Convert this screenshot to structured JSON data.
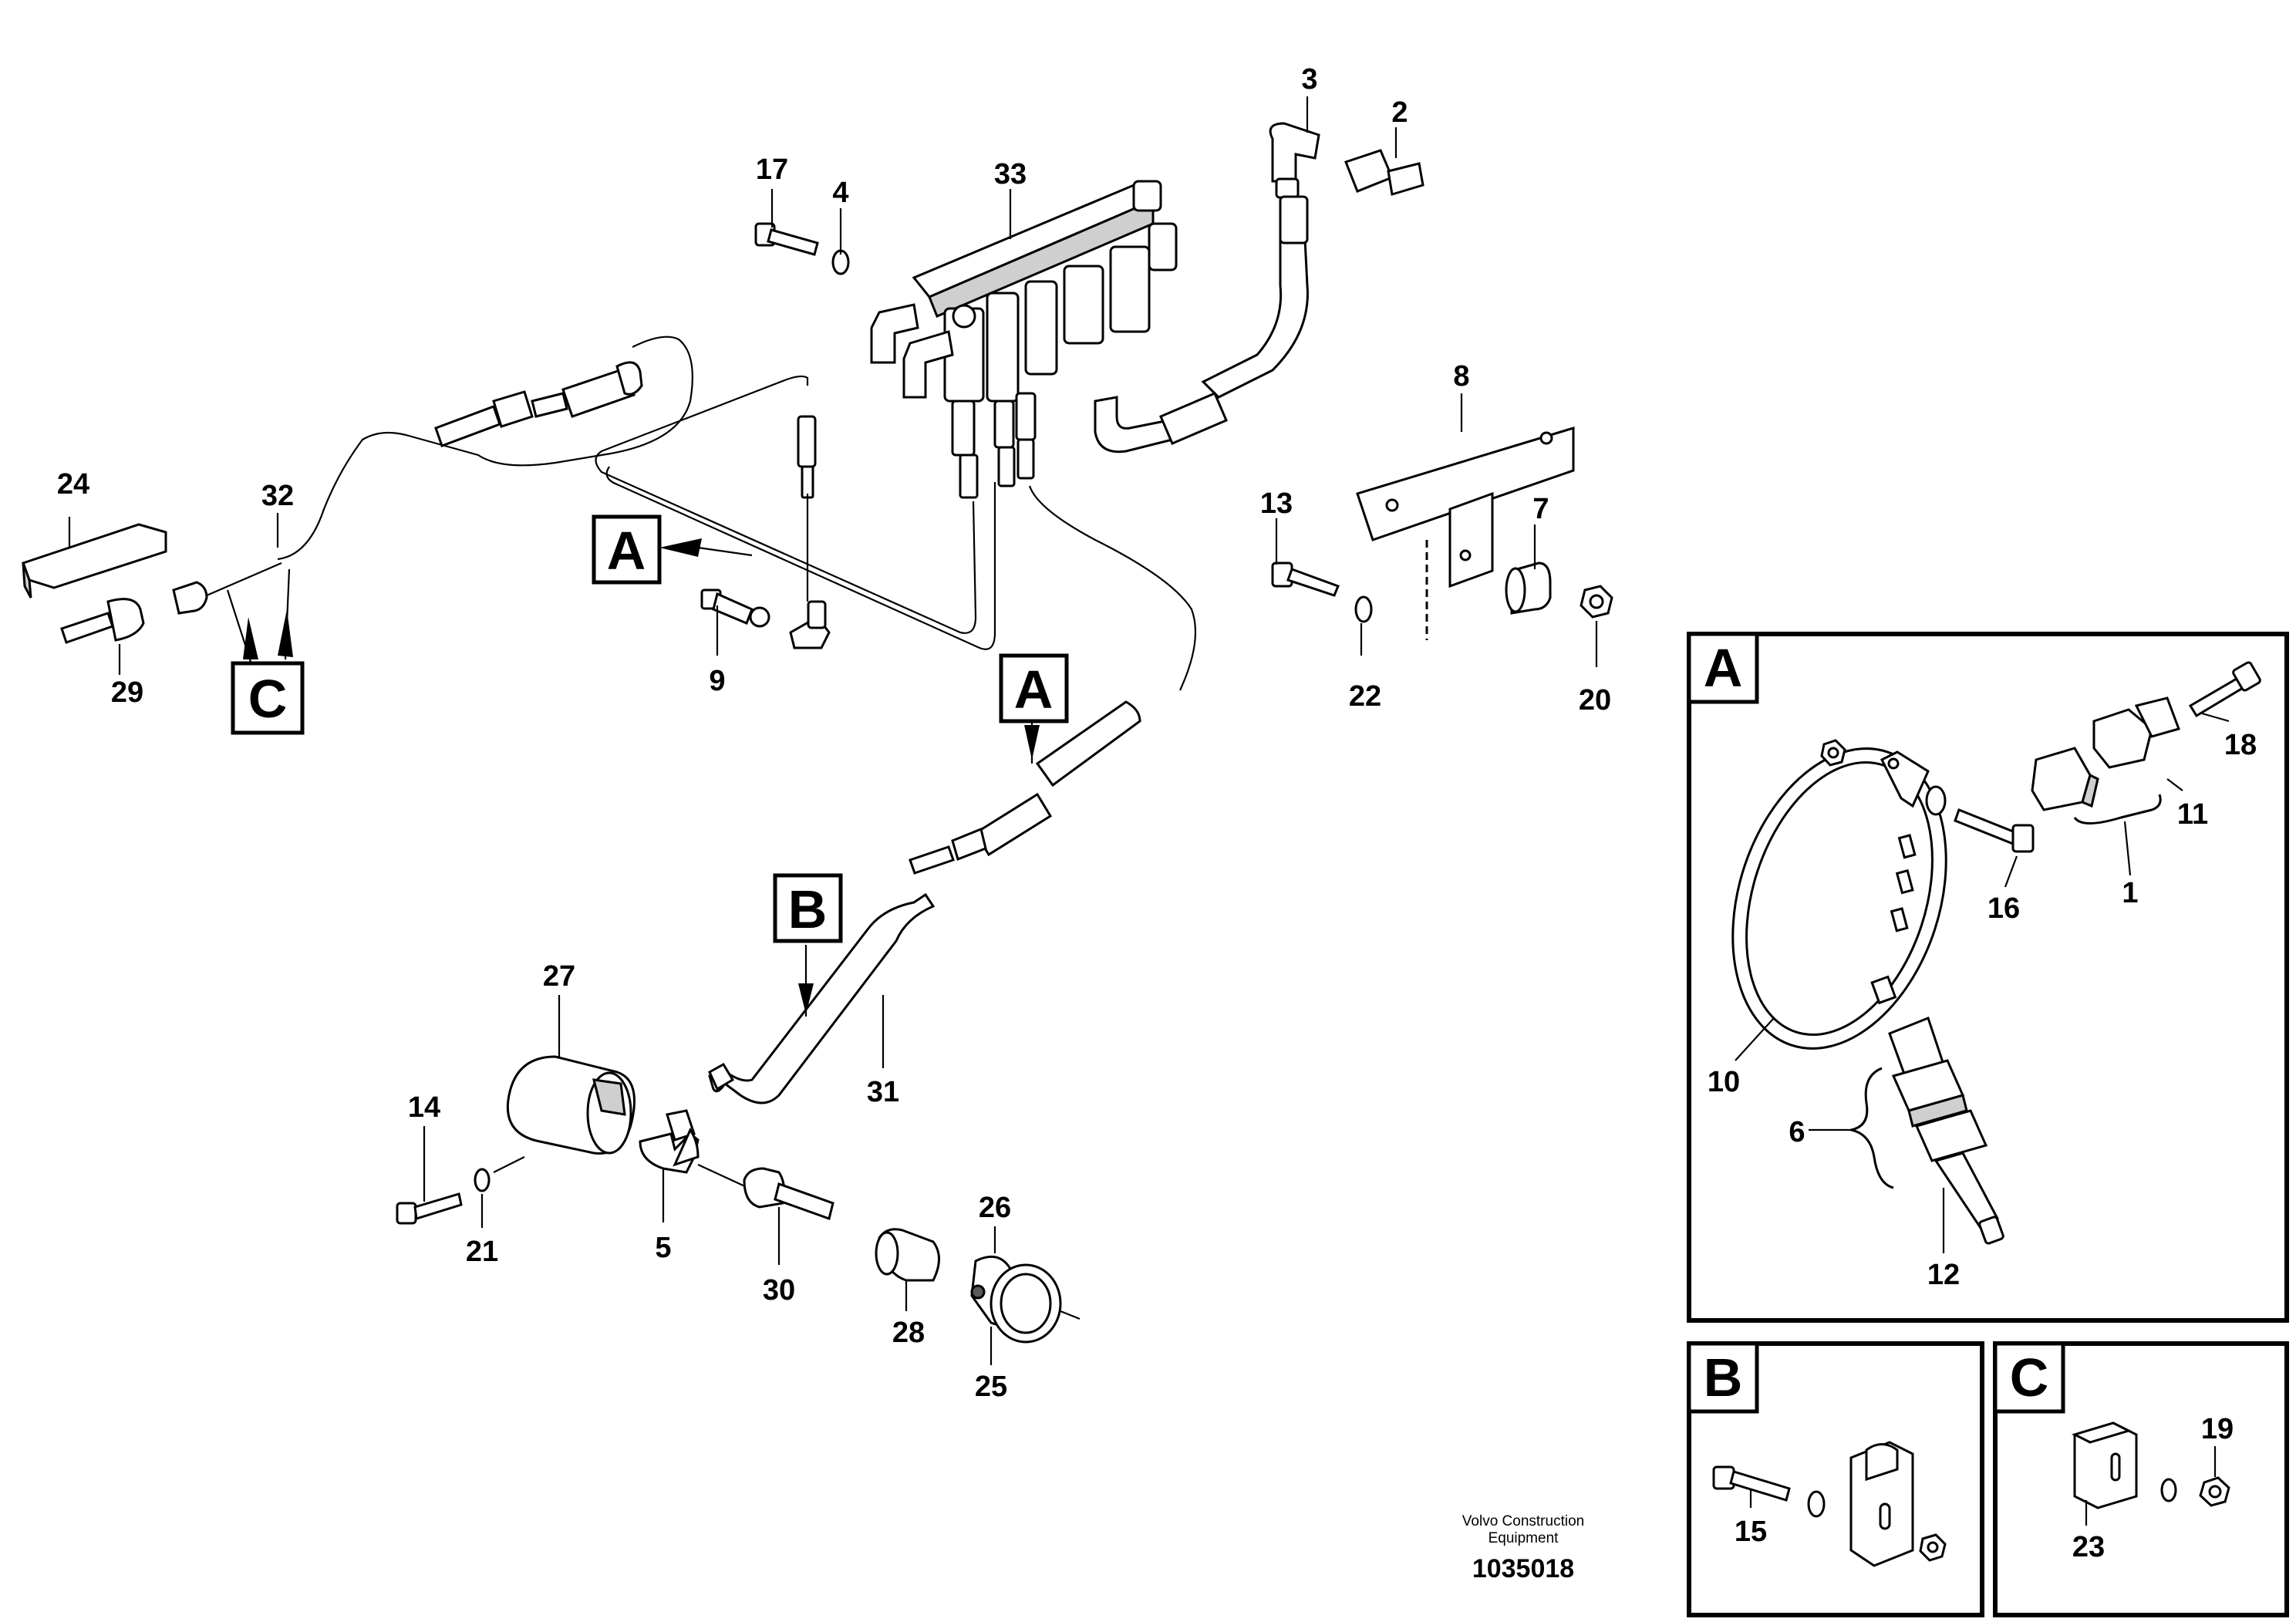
{
  "diagram": {
    "callouts": [
      {
        "id": "c1",
        "text": "1"
      },
      {
        "id": "c2",
        "text": "2"
      },
      {
        "id": "c3",
        "text": "3"
      },
      {
        "id": "c4",
        "text": "4"
      },
      {
        "id": "c5",
        "text": "5"
      },
      {
        "id": "c6",
        "text": "6"
      },
      {
        "id": "c7",
        "text": "7"
      },
      {
        "id": "c8",
        "text": "8"
      },
      {
        "id": "c9",
        "text": "9"
      },
      {
        "id": "c10",
        "text": "10"
      },
      {
        "id": "c11",
        "text": "11"
      },
      {
        "id": "c12",
        "text": "12"
      },
      {
        "id": "c13",
        "text": "13"
      },
      {
        "id": "c14",
        "text": "14"
      },
      {
        "id": "c15",
        "text": "15"
      },
      {
        "id": "c16",
        "text": "16"
      },
      {
        "id": "c17",
        "text": "17"
      },
      {
        "id": "c18",
        "text": "18"
      },
      {
        "id": "c19",
        "text": "19"
      },
      {
        "id": "c20",
        "text": "20"
      },
      {
        "id": "c21",
        "text": "21"
      },
      {
        "id": "c22",
        "text": "22"
      },
      {
        "id": "c23",
        "text": "23"
      },
      {
        "id": "c24",
        "text": "24"
      },
      {
        "id": "c25",
        "text": "25"
      },
      {
        "id": "c26",
        "text": "26"
      },
      {
        "id": "c27",
        "text": "27"
      },
      {
        "id": "c28",
        "text": "28"
      },
      {
        "id": "c29",
        "text": "29"
      },
      {
        "id": "c30",
        "text": "30"
      },
      {
        "id": "c31",
        "text": "31"
      },
      {
        "id": "c32",
        "text": "32"
      },
      {
        "id": "c33",
        "text": "33"
      }
    ],
    "reference_labels": {
      "a_main_1": "A",
      "a_main_2": "A",
      "b_main": "B",
      "c_main": "C",
      "a_detail": "A",
      "b_detail": "B",
      "c_detail": "C"
    },
    "footer": {
      "credit_line1": "Volvo Construction",
      "credit_line2": "Equipment",
      "doc_number": "1035018"
    }
  }
}
